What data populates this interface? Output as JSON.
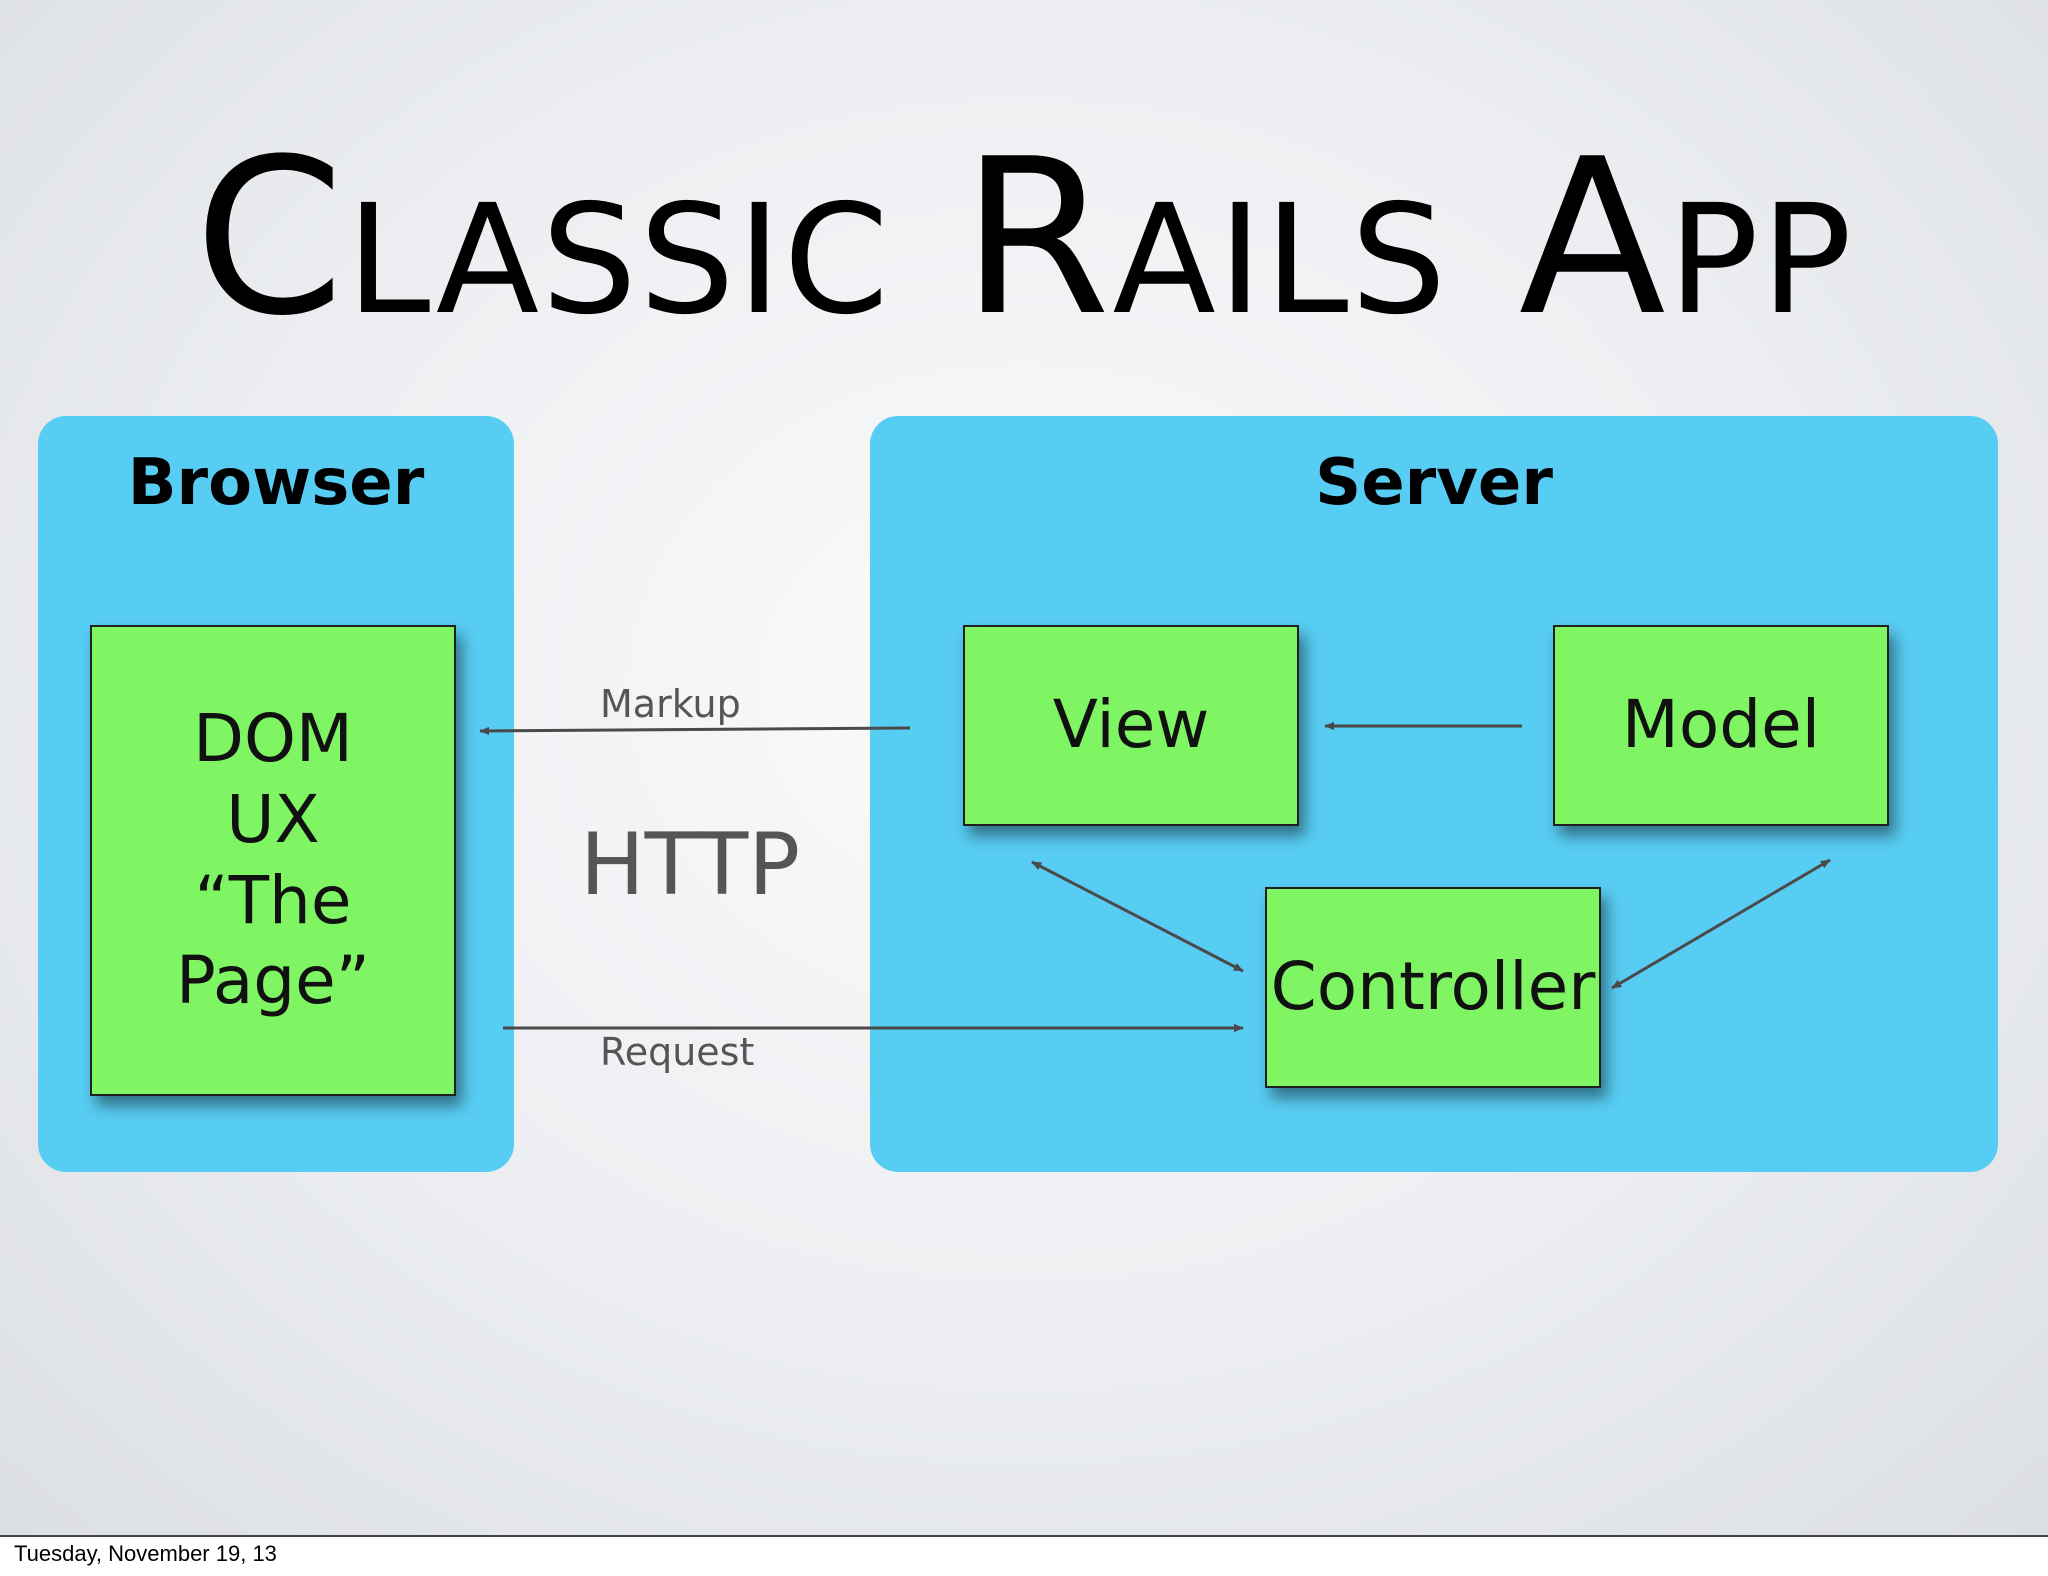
{
  "slide": {
    "title": "Classic Rails App",
    "date": "Tuesday, November 19, 13"
  },
  "panels": {
    "browser": {
      "title": "Browser"
    },
    "server": {
      "title": "Server"
    }
  },
  "nodes": {
    "dom": {
      "lines": [
        "DOM",
        "UX",
        "“The Page”"
      ]
    },
    "view": {
      "label": "View"
    },
    "model": {
      "label": "Model"
    },
    "controller": {
      "label": "Controller"
    }
  },
  "edges": {
    "markup": "Markup",
    "request": "Request",
    "protocol": "HTTP"
  },
  "colors": {
    "panel": "#58cdf3",
    "node": "#7ff563",
    "arrow": "#4a4a4a"
  }
}
